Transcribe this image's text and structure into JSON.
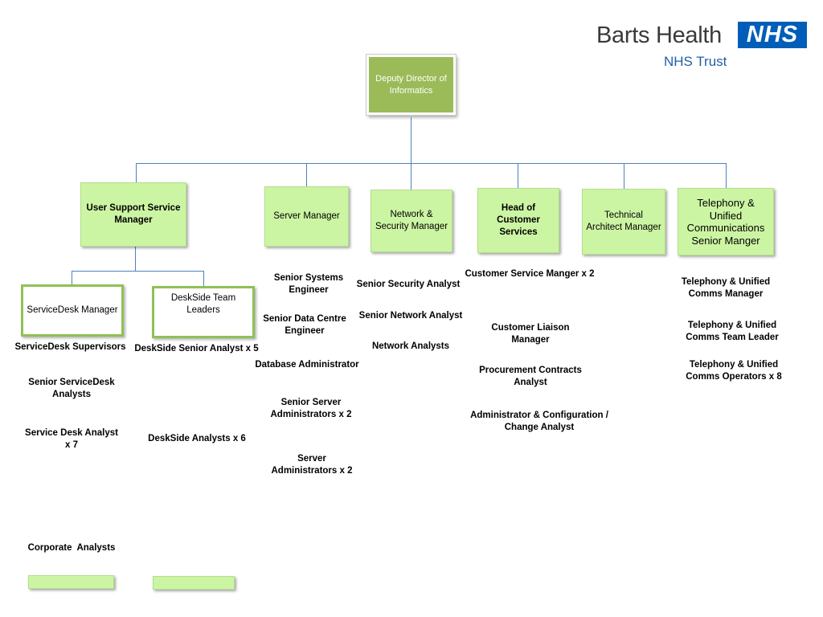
{
  "logo": {
    "org_name": "Barts Health",
    "trust": "NHS Trust",
    "nhs": "NHS"
  },
  "top": {
    "title": "Deputy Director of Informatics"
  },
  "managers": {
    "user_support": "User Support Service Manager",
    "server": "Server Manager",
    "network": "Network & Security Manager",
    "customer": "Head of Customer Services",
    "technical": "Technical Architect Manager",
    "telephony": "Telephony & Unified Communications Senior Manger"
  },
  "user_support_children": {
    "servicedesk_manager": "ServiceDesk Manager",
    "deskside_leaders": "DeskSide Team Leaders"
  },
  "servicedesk_roles": [
    "ServiceDesk Supervisors",
    "Senior ServiceDesk Analysts",
    "Service Desk Analyst x 7",
    "Corporate  Analysts"
  ],
  "deskside_roles": [
    "DeskSide Senior Analyst x 5",
    "DeskSide Analysts x 6"
  ],
  "server_roles": [
    "Senior Systems Engineer",
    "Senior Data Centre Engineer",
    "Database Administrator",
    "Senior Server Administrators x 2",
    "Server Administrators x 2"
  ],
  "network_roles": [
    "Senior Security Analyst",
    "Senior Network Analyst",
    "Network Analysts"
  ],
  "customer_roles": [
    "Customer Service Manger x 2",
    "Customer Liaison Manager",
    "Procurement Contracts Analyst",
    "Administrator & Configuration / Change Analyst"
  ],
  "telephony_roles": [
    "Telephony & Unified Comms Manager",
    "Telephony & Unified Comms Team Leader",
    "Telephony & Unified Comms Operators x 8"
  ],
  "colors": {
    "connector": "#4f81bd",
    "box_fill": "#ccf5a3",
    "top_fill": "#9bbb59",
    "outline": "#8fc155",
    "nhs_blue": "#005eb8"
  }
}
